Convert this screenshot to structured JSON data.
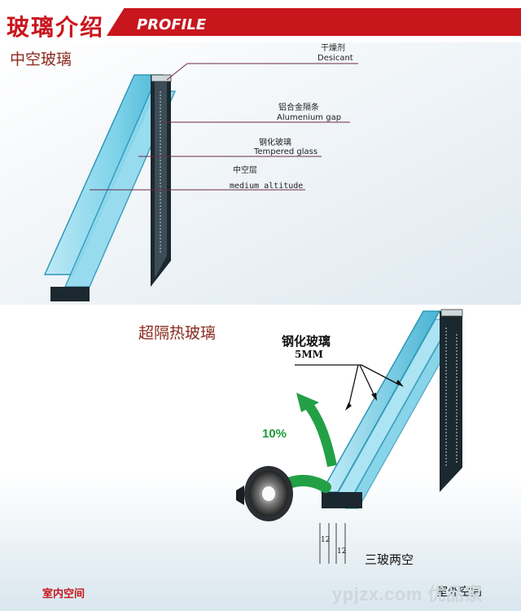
{
  "header": {
    "title": "玻璃介绍",
    "subtitle": "PROFILE"
  },
  "section1": {
    "title": "中空玻璃",
    "labels": {
      "desiccant_cn": "干燥剂",
      "desiccant_en": "Desicant",
      "spacer_cn": "铝合金隔条",
      "spacer_en": "Alumenium gap",
      "tempered_cn": "钢化玻璃",
      "tempered_en": "Tempered glass",
      "cavity_cn": "中空层",
      "cavity_en": "medium altitude"
    }
  },
  "section2": {
    "title": "超隔热玻璃",
    "tempered_label": "钢化玻璃",
    "thickness": "5MM",
    "percent": "10%",
    "dim_a": "12",
    "dim_b": "12",
    "type_label": "三玻两空",
    "indoor": "室内空间",
    "outdoor": "室外空间"
  },
  "watermark": "ypjzx.com 优品家",
  "colors": {
    "brand_red": "#c8161d",
    "glass": "#5fc6e3",
    "arrow_green": "#23a046"
  }
}
